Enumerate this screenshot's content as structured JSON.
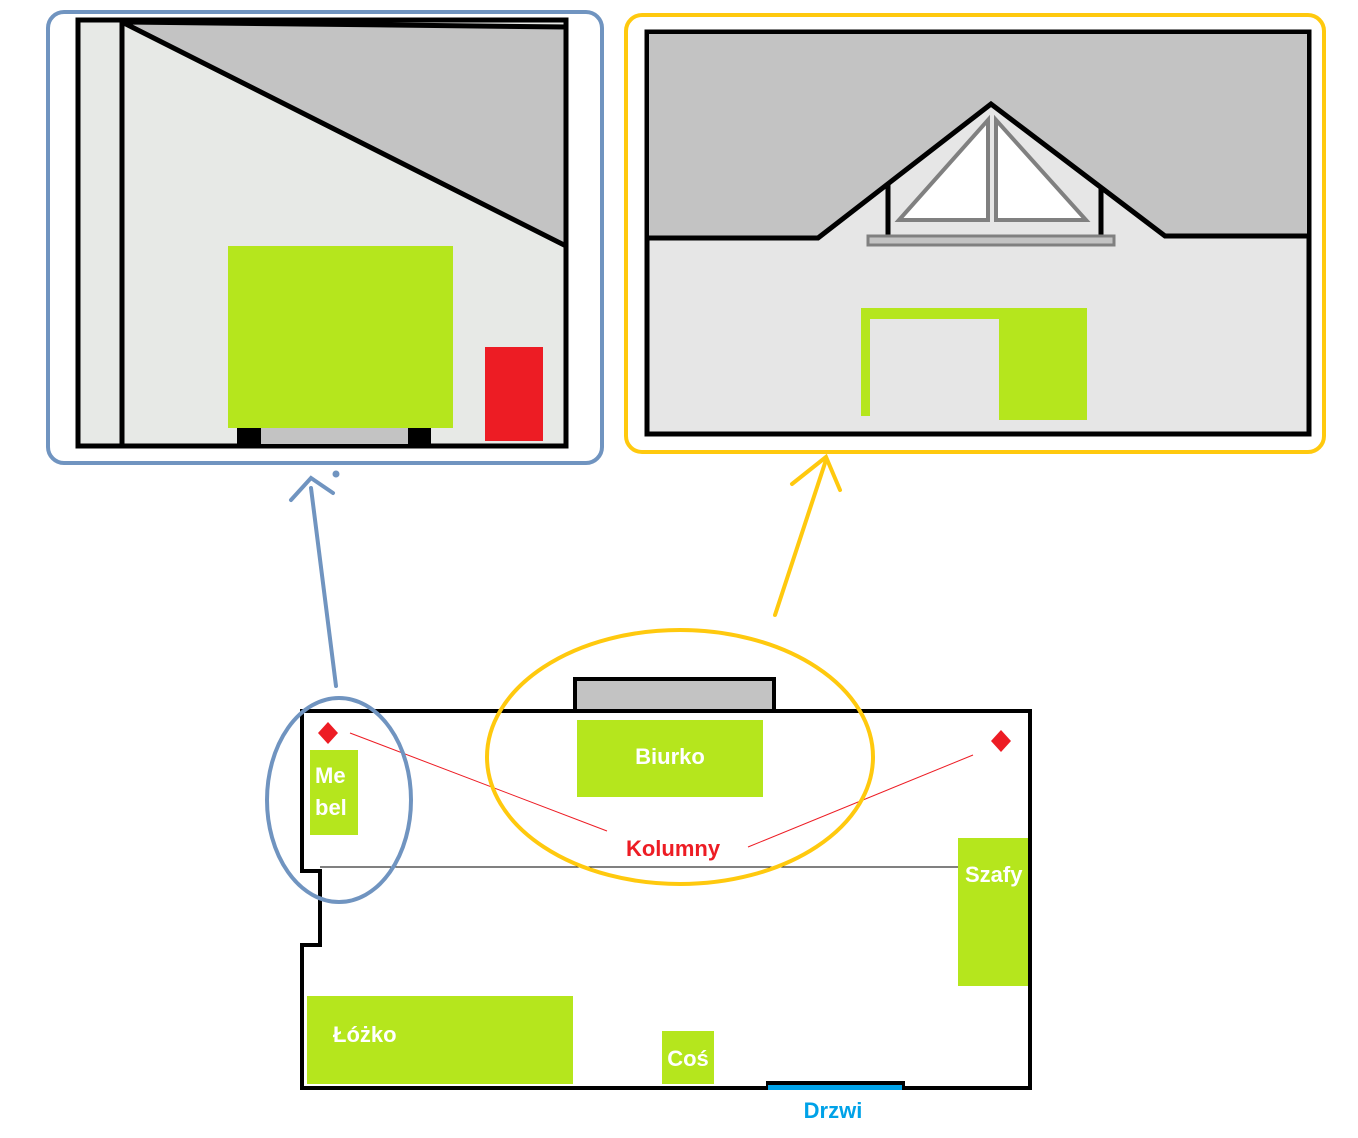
{
  "labels": {
    "mebel_line1": "Me",
    "mebel_line2": "bel",
    "biurko": "Biurko",
    "kolumny": "Kolumny",
    "szafy": "Szafy",
    "lozko": "Łóżko",
    "cos": "Coś",
    "drzwi": "Drzwi"
  },
  "colors": {
    "furniture": "#b5e61d",
    "speaker": "#ed1c24",
    "door": "#00a2e8",
    "left_view_frame": "#7094c0",
    "right_view_frame": "#ffc90e",
    "ceiling": "#c3c3c3",
    "wall": "#e7e9e6"
  }
}
